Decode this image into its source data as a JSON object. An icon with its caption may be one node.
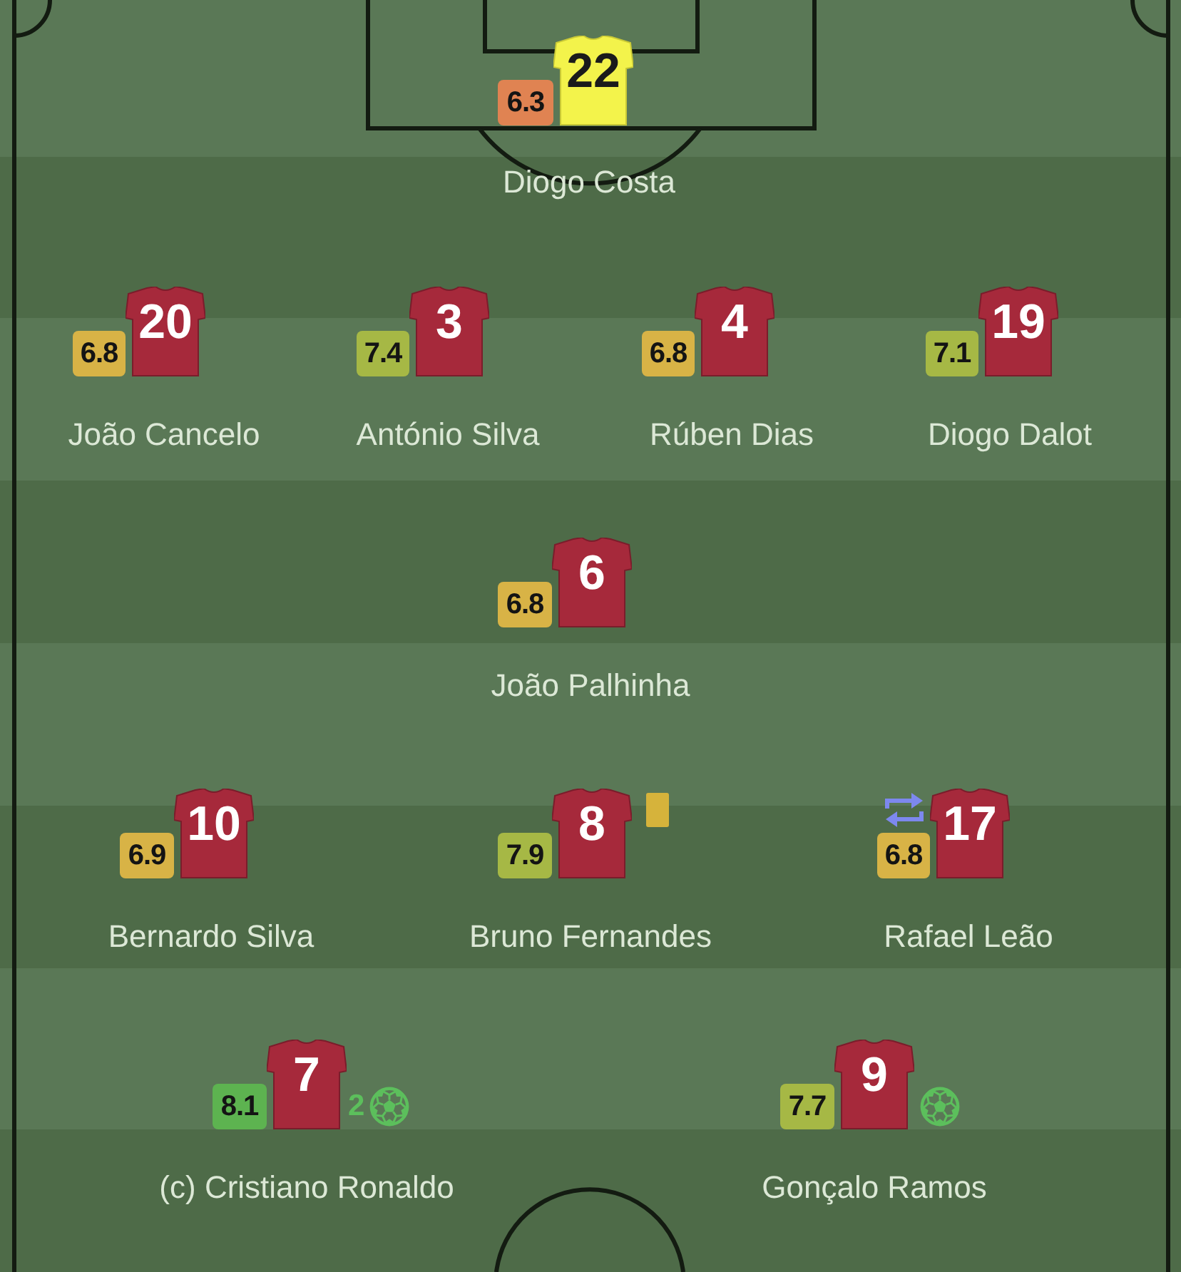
{
  "diagram": {
    "nodes": [
      {
        "text": [
          "6.3"
        ]
      },
      {
        "text": [
          "22"
        ],
        "beside": [
          "Diogo Costa"
        ]
      },
      {
        "text": [
          "6.8"
        ]
      },
      {
        "text": [
          "20"
        ],
        "beside": [
          "João Cancelo"
        ]
      },
      {
        "text": [
          "7.4"
        ]
      },
      {
        "text": [
          "3"
        ],
        "beside": [
          "António Silva"
        ]
      },
      {
        "text": [
          "6.8"
        ]
      },
      {
        "text": [
          "4"
        ],
        "beside": [
          "Rúben Dias"
        ]
      },
      {
        "text": [
          "7.1"
        ]
      },
      {
        "text": [
          "19"
        ],
        "beside": [
          "Diogo Dalot"
        ]
      },
      {
        "text": [
          "6.8"
        ]
      },
      {
        "text": [
          "6"
        ],
        "beside": [
          "João Palhinha"
        ]
      },
      {
        "text": [
          "6.9"
        ]
      },
      {
        "text": [
          "10"
        ],
        "beside": [
          "Bernardo Silva"
        ]
      },
      {
        "text": [
          "7.9"
        ]
      },
      {
        "text": [
          "8"
        ],
        "beside": [
          "Bruno Fernandes"
        ]
      },
      {
        "text": [
          "6.8"
        ]
      },
      {
        "text": [
          "17"
        ],
        "beside": [
          "Rafael Leão"
        ]
      },
      {
        "text": [
          "8.1"
        ]
      },
      {
        "text": [
          "7"
        ],
        "beside": [
          "(c) Cristiano Ronaldo"
        ]
      },
      {
        "text": [
          "7.7"
        ]
      },
      {
        "text": [
          "9"
        ],
        "beside": [
          "Gonçalo Ramos"
        ]
      }
    ],
    "labels": [
      "2"
    ]
  }
}
